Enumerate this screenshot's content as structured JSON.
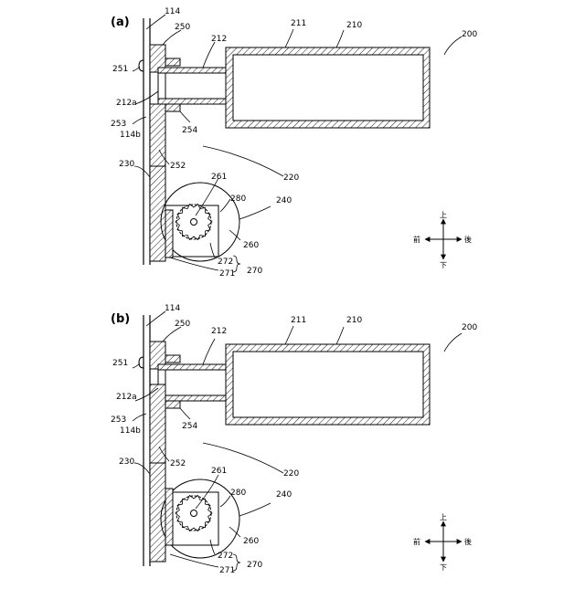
{
  "figures": [
    {
      "figure_label": "(a)",
      "labels": {
        "l114": "114",
        "l250": "250",
        "l212": "212",
        "l211": "211",
        "l210": "210",
        "l200": "200",
        "l251": "251",
        "l212a": "212a",
        "l253": "253",
        "l114b": "114b",
        "l254": "254",
        "l230": "230",
        "l252": "252",
        "l220": "220",
        "l261": "261",
        "l280": "280",
        "l240": "240",
        "l260": "260",
        "l272": "272",
        "l271": "271",
        "l270": "270"
      }
    },
    {
      "figure_label": "(b)",
      "labels": {
        "l114": "114",
        "l250": "250",
        "l212": "212",
        "l211": "211",
        "l210": "210",
        "l200": "200",
        "l251": "251",
        "l212a": "212a",
        "l253": "253",
        "l114b": "114b",
        "l254": "254",
        "l230": "230",
        "l252": "252",
        "l220": "220",
        "l261": "261",
        "l280": "280",
        "l240": "240",
        "l260": "260",
        "l272": "272",
        "l271": "271",
        "l270": "270"
      }
    }
  ],
  "direction": {
    "up": "上",
    "down": "下",
    "front": "前",
    "back": "後"
  }
}
